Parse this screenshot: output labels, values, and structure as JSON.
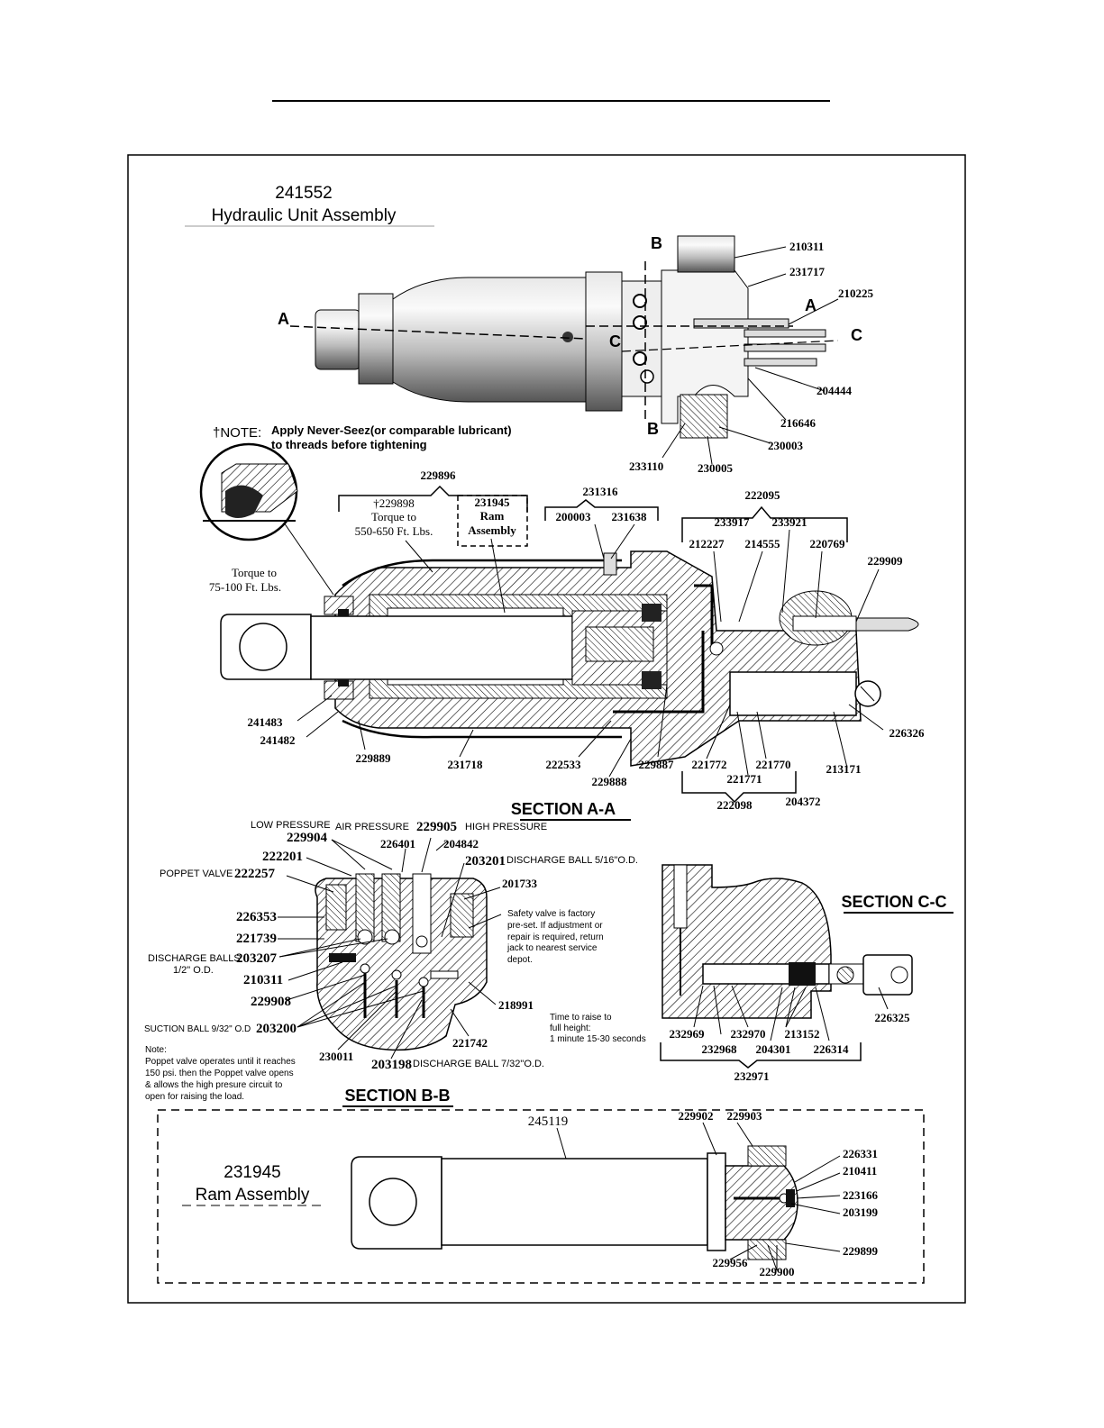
{
  "assembly": {
    "number": "241552",
    "name": "Hydraulic Unit Assembly"
  },
  "note": {
    "marker": "†NOTE:",
    "line1": "Apply Never-Seez(or comparable lubricant)",
    "line2": "to threads before tightening"
  },
  "section_markers": {
    "a": "A",
    "b": "B",
    "c": "C"
  },
  "top_view_parts": [
    "210311",
    "231717",
    "210225",
    "204444",
    "216646",
    "230003",
    "230005",
    "233110"
  ],
  "section_aa": {
    "title": "SECTION A-A",
    "group_229896": "229896",
    "group_231316": "231316",
    "group_222095": "222095",
    "group_222098": "222098",
    "part_229898": "†229898",
    "torque_1": "Torque to",
    "torque_1_value": "550-650 Ft. Lbs.",
    "ram_part": "231945",
    "ram_label_1": "Ram",
    "ram_label_2": "Assembly",
    "torque_2": "Torque to",
    "torque_2_value": "75-100 Ft. Lbs.",
    "parts": {
      "p200003": "200003",
      "p231638": "231638",
      "p233917": "233917",
      "p233921": "233921",
      "p212227": "212227",
      "p214555": "214555",
      "p220769": "220769",
      "p229909": "229909",
      "p241483": "241483",
      "p241482": "241482",
      "p229889": "229889",
      "p231718": "231718",
      "p222533": "222533",
      "p229888": "229888",
      "p229887": "229887",
      "p221772": "221772",
      "p221770": "221770",
      "p221771": "221771",
      "p213171": "213171",
      "p226326": "226326",
      "p204372": "204372"
    }
  },
  "section_bb": {
    "title": "SECTION B-B",
    "low_pressure": "LOW PRESSURE",
    "air_pressure": "AIR PRESSURE",
    "high_pressure": "HIGH PRESSURE",
    "poppet_valve": "POPPET VALVE",
    "discharge_balls": "DISCHARGE BALLS",
    "discharge_balls_size": "1/2\" O.D.",
    "suction_ball": "SUCTION BALL 9/32\" O.D",
    "discharge_ball_516": "DISCHARGE BALL 5/16\"O.D.",
    "discharge_ball_732": "DISCHARGE BALL 7/32\"O.D.",
    "safety_note": [
      "Safety valve is factory",
      "pre-set. If adjustment or",
      "repair is required, return",
      "jack to nearest service",
      "depot."
    ],
    "time_note": [
      "Time to raise to",
      "full height:",
      "1 minute 15-30 seconds"
    ],
    "poppet_note": [
      "Note:",
      "Poppet valve operates until it reaches",
      "150 psi. then the Poppet valve opens",
      "& allows the high presure circuit to",
      "open for raising the load."
    ],
    "parts": {
      "p229904": "229904",
      "p226401": "226401",
      "p229905": "229905",
      "p204842": "204842",
      "p222201": "222201",
      "p203201": "203201",
      "p222257": "222257",
      "p201733": "201733",
      "p226353": "226353",
      "p221739": "221739",
      "p203207": "203207",
      "p210311": "210311",
      "p229908": "229908",
      "p218991": "218991",
      "p203200": "203200",
      "p221742": "221742",
      "p230011": "230011",
      "p203198": "203198"
    }
  },
  "section_cc": {
    "title": "SECTION C-C",
    "group_232971": "232971",
    "parts": {
      "p226325": "226325",
      "p232969": "232969",
      "p232970": "232970",
      "p213152": "213152",
      "p232968": "232968",
      "p204301": "204301",
      "p226314": "226314"
    }
  },
  "ram_assembly": {
    "number": "231945",
    "name": "Ram Assembly",
    "parts": {
      "p245119": "245119",
      "p229902": "229902",
      "p229903": "229903",
      "p226331": "226331",
      "p210411": "210411",
      "p223166": "223166",
      "p203199": "203199",
      "p229899": "229899",
      "p229956": "229956",
      "p229900": "229900"
    }
  }
}
